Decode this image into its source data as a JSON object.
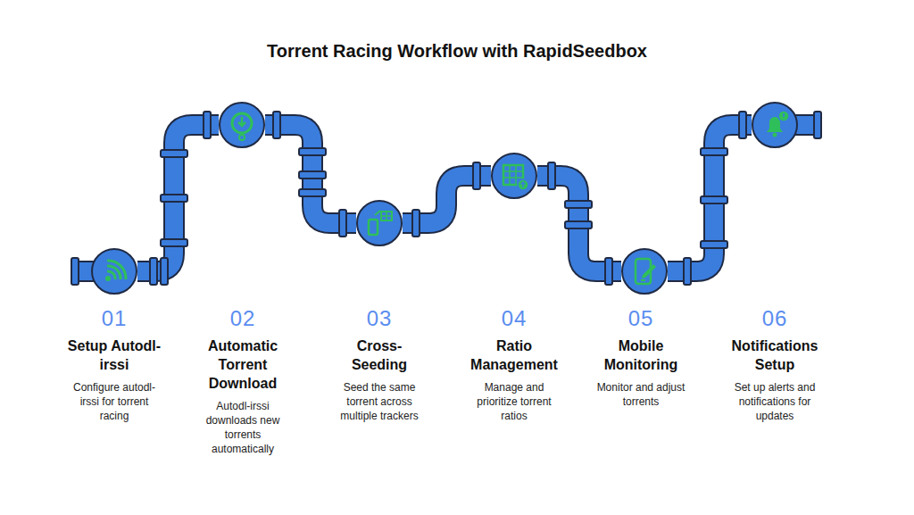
{
  "diagram": {
    "title": "Torrent Racing Workflow with RapidSeedbox",
    "nodes": [
      {
        "text": [
          "01",
          "Setup Autodl-irssi",
          "Configure autodl-irssi for torrent racing"
        ]
      },
      {
        "text": [
          "02",
          "Automatic Torrent Download",
          "Autodl-irssi downloads new torrents automatically"
        ]
      },
      {
        "text": [
          "03",
          "Cross-Seeding",
          "Seed the same torrent across multiple trackers"
        ]
      },
      {
        "text": [
          "04",
          "Ratio Management",
          "Manage and prioritize torrent ratios"
        ]
      },
      {
        "text": [
          "05",
          "Mobile Monitoring",
          "Monitor and adjust torrents"
        ]
      },
      {
        "text": [
          "06",
          "Notifications Setup",
          "Set up alerts and notifications for updates"
        ]
      }
    ],
    "edges": [
      {
        "from": 0,
        "to": 1,
        "arrow": "none"
      },
      {
        "from": 1,
        "to": 2,
        "arrow": "none"
      },
      {
        "from": 2,
        "to": 3,
        "arrow": "none"
      },
      {
        "from": 3,
        "to": 4,
        "arrow": "none"
      },
      {
        "from": 4,
        "to": 5,
        "arrow": "none"
      }
    ]
  }
}
